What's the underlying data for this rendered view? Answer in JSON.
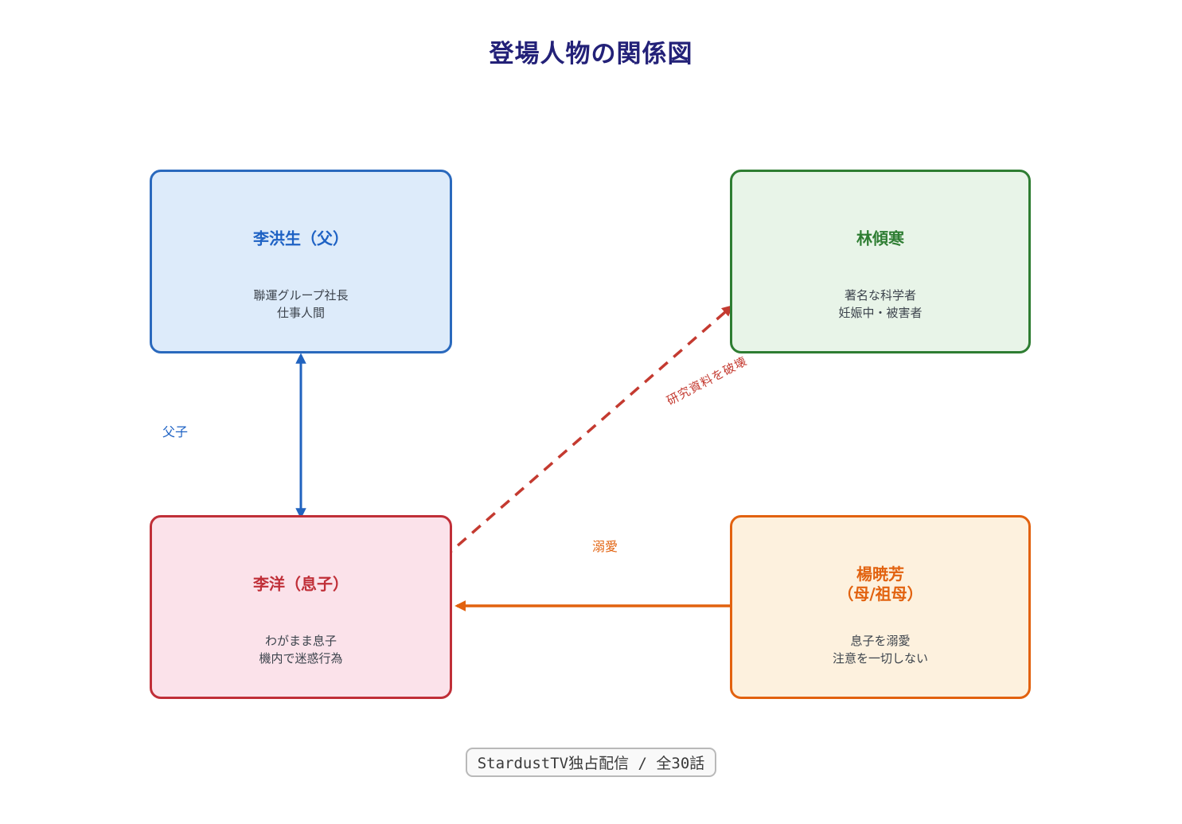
{
  "title": "登場人物の関係図",
  "nodes": {
    "father": {
      "name_line1": "李洪生（父）",
      "name_line2": "",
      "desc_line1": "聯運グループ社長",
      "desc_line2": "仕事人間"
    },
    "scientist": {
      "name_line1": "林傾寒",
      "name_line2": "",
      "desc_line1": "著名な科学者",
      "desc_line2": "妊娠中・被害者"
    },
    "son": {
      "name_line1": "李洋（息子）",
      "name_line2": "",
      "desc_line1": "わがまま息子",
      "desc_line2": "機内で迷惑行為"
    },
    "mother": {
      "name_line1": "楊暁芳",
      "name_line2": "（母/祖母）",
      "desc_line1": "息子を溺愛",
      "desc_line2": "注意を一切しない"
    }
  },
  "edges": {
    "father_son": {
      "label": "父子",
      "style": "solid-double-arrow"
    },
    "son_scientist": {
      "label": "研究資料を破壊",
      "style": "dashed-arrow"
    },
    "mother_son": {
      "label": "溺愛",
      "style": "solid-arrow"
    }
  },
  "footer": {
    "text": "StardustTV独占配信 / 全30話"
  },
  "colors": {
    "title": "#232178",
    "blue": "#2163bf",
    "blue_fill": "#ddebfa",
    "green": "#2e7d32",
    "green_fill": "#e8f4e8",
    "red": "#c02f38",
    "red_fill": "#fbe2ea",
    "orange": "#e2620f",
    "orange_fill": "#fdf1de",
    "edge_red": "#c43a30",
    "desc_text": "#3c434c",
    "footer_text": "#3a3a3a",
    "footer_border": "#b9b9b9"
  }
}
